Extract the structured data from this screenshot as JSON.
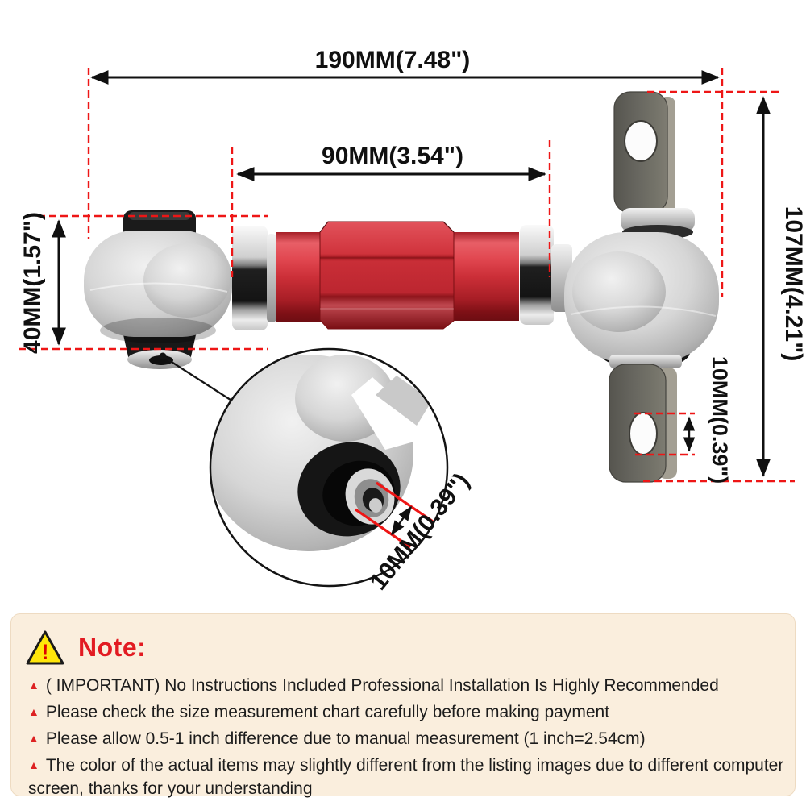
{
  "diagram": {
    "dim_overall_length": "190MM(7.48\")",
    "dim_sleeve_length": "90MM(3.54\")",
    "dim_bushing_height": "40MM(1.57\")",
    "dim_overall_height": "107MM(4.21\")",
    "dim_fork_hole": "10MM(0.39\")",
    "dim_bore_detail": "10MM(0.39\")"
  },
  "note": {
    "warning_mark": "!",
    "title": "Note:",
    "bullet": "▲",
    "items": [
      "( IMPORTANT) No Instructions Included Professional Installation Is Highly Recommended",
      "Please check the size measurement chart carefully before making payment",
      "Please allow 0.5-1 inch difference due to manual measurement (1 inch=2.54cm)",
      "The color of the actual items may slightly different from the listing images due to different computer screen, thanks for your understanding"
    ]
  },
  "colors": {
    "dimension_red": "#ee1616",
    "note_background": "#faeedd",
    "note_title_red": "#e21b22",
    "warning_yellow": "#ffe60a",
    "anodized_red": "#c92d36",
    "silver": "#c9c9c9",
    "fork_gray": "#686760"
  }
}
